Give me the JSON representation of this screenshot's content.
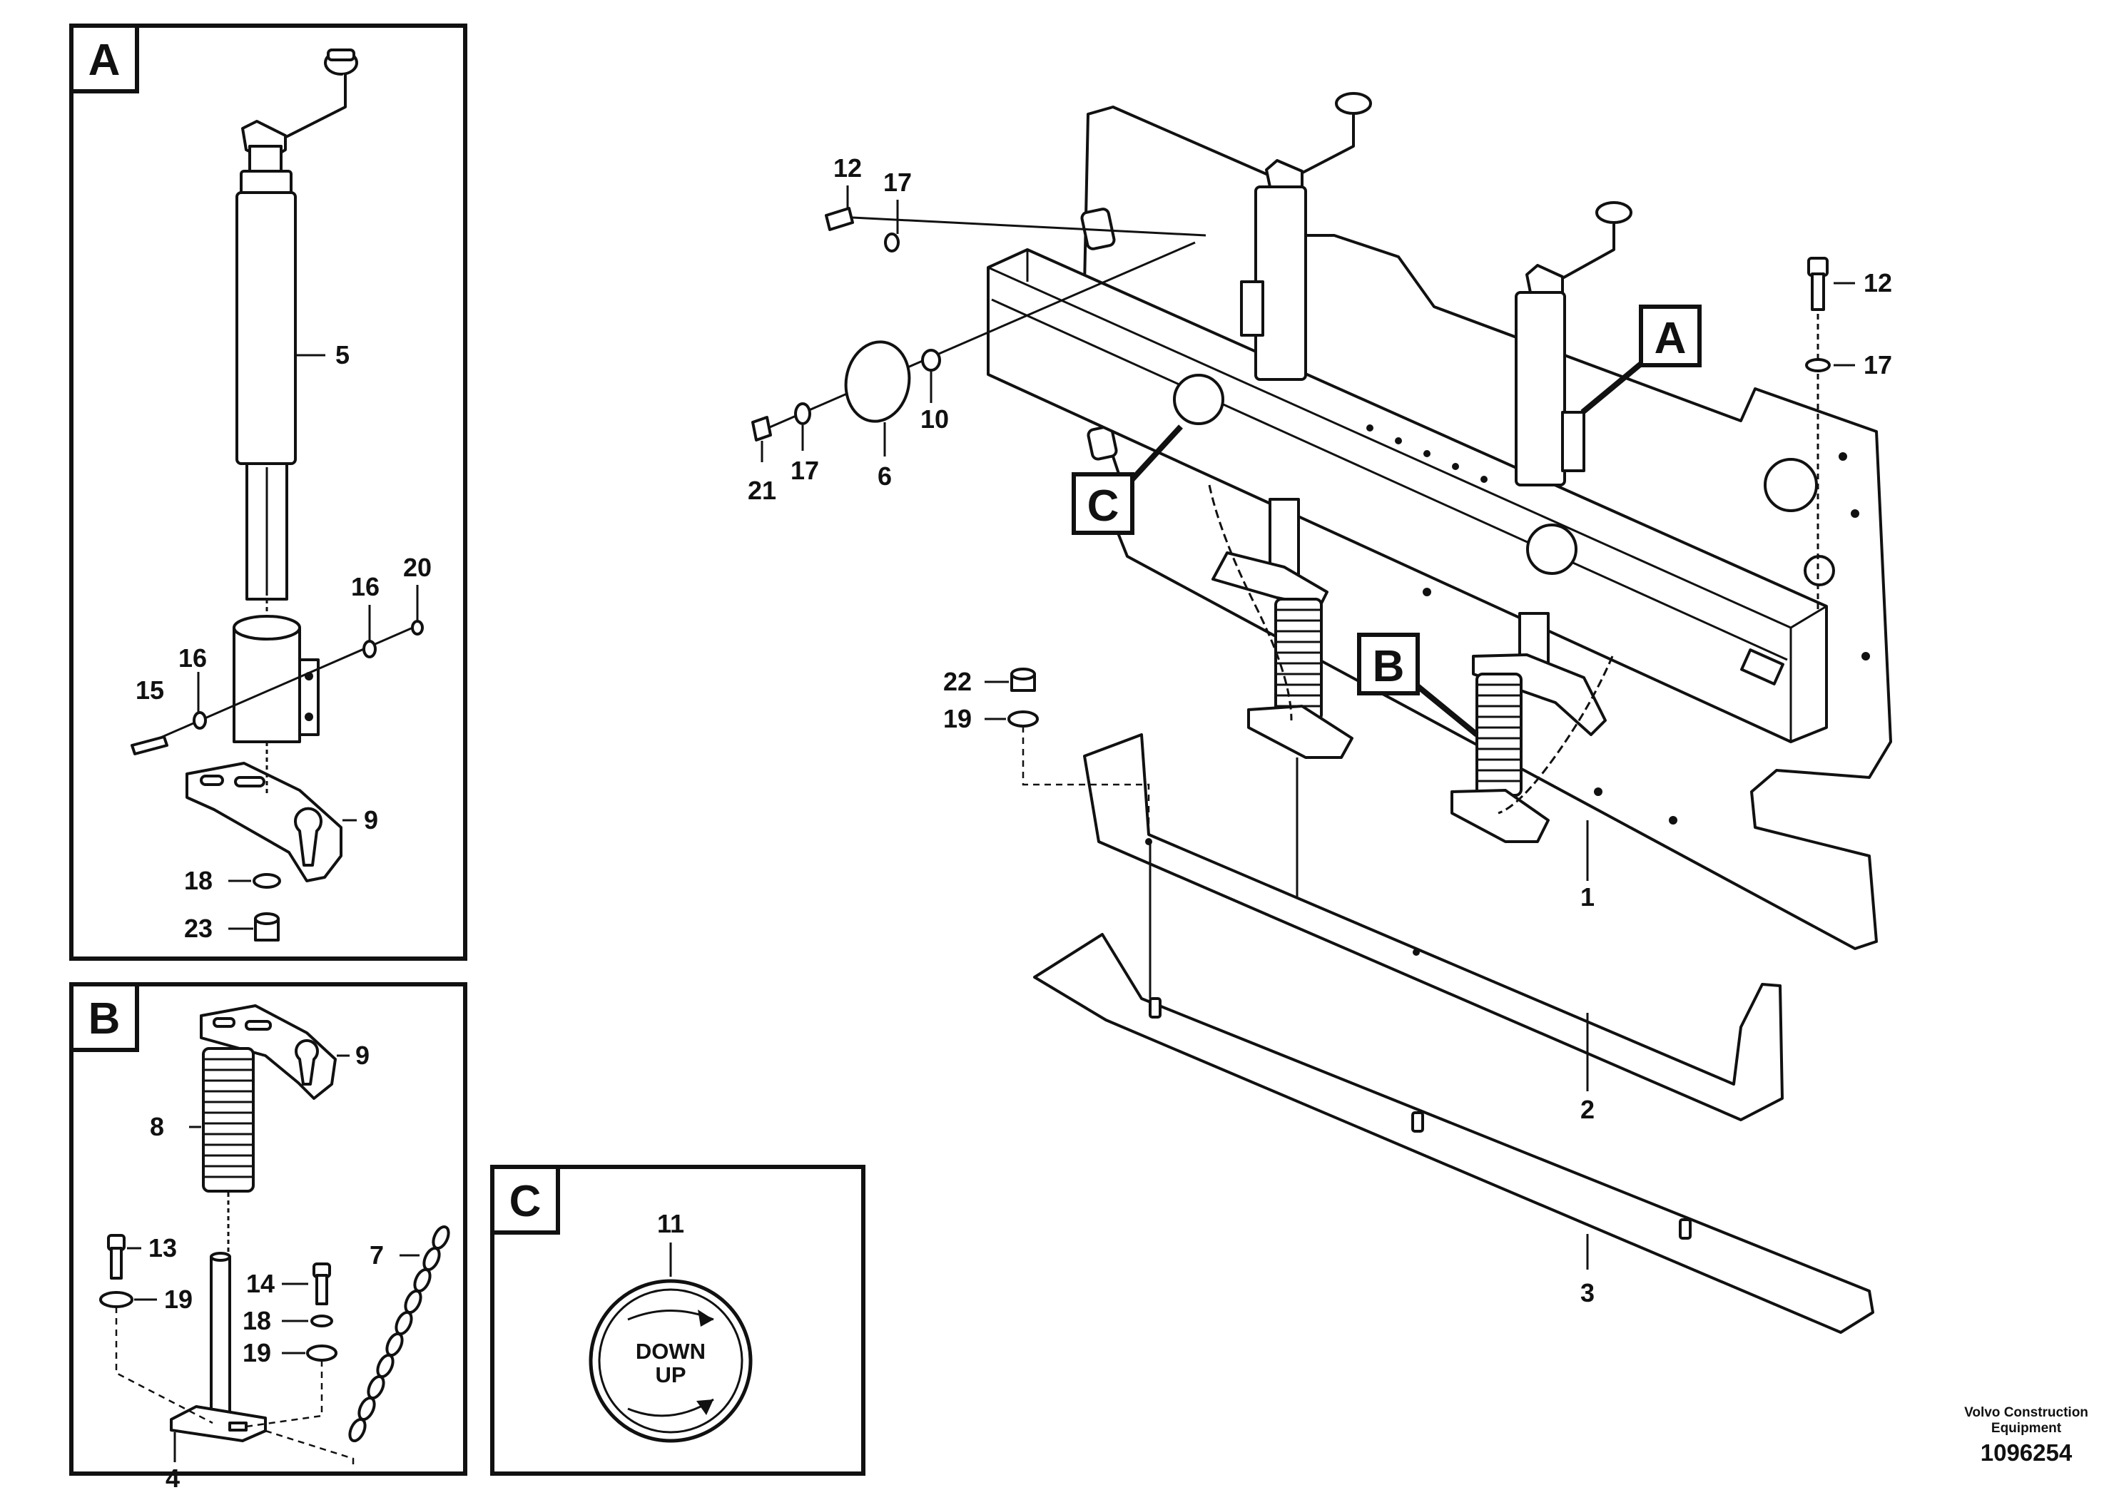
{
  "details": {
    "A": {
      "label": "A"
    },
    "B": {
      "label": "B"
    },
    "C": {
      "label": "C"
    }
  },
  "callouts": {
    "a5": "5",
    "a15": "15",
    "a16a": "16",
    "a16b": "16",
    "a20": "20",
    "a9": "9",
    "a18": "18",
    "a23": "23",
    "b9": "9",
    "b8": "8",
    "b13": "13",
    "b19a": "19",
    "b14": "14",
    "b18": "18",
    "b19b": "19",
    "b7": "7",
    "b4": "4",
    "c11": "11",
    "m12a": "12",
    "m17a": "17",
    "m10": "10",
    "m6": "6",
    "m21": "21",
    "m17b": "17",
    "m12b": "12",
    "m17c": "17",
    "m22": "22",
    "m19": "19",
    "m1": "1",
    "m2": "2",
    "m3": "3"
  },
  "knob": {
    "line1": "DOWN",
    "line2": "UP"
  },
  "footer": {
    "brand_line1": "Volvo Construction",
    "brand_line2": "Equipment",
    "drawing_number": "1096254"
  }
}
